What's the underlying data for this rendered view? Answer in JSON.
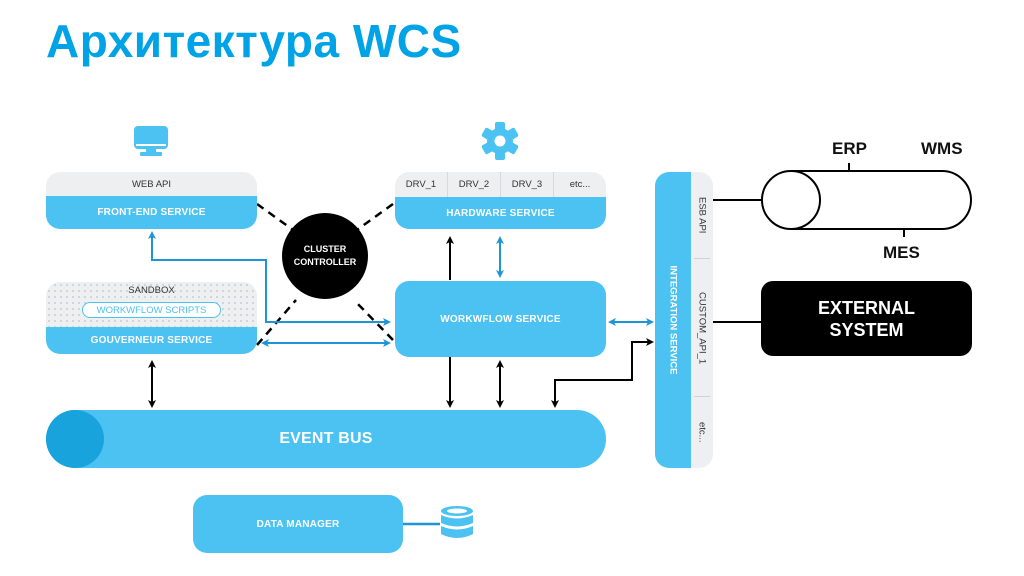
{
  "title": "Архитектура WCS",
  "colors": {
    "accent": "#00a3e6",
    "box": "#4bc2f1",
    "box_dark": "#18a3dc",
    "gray": "#eeeff1",
    "black": "#000000"
  },
  "front_end": {
    "top_label": "WEB API",
    "label": "FRONT-END SERVICE",
    "icon": "monitor-icon"
  },
  "gouverneur": {
    "top_label": "SANDBOX",
    "pill_label": "WORKWFLOW SCRIPTS",
    "label": "GOUVERNEUR SERVICE"
  },
  "cluster": {
    "line1": "CLUSTER",
    "line2": "CONTROLLER"
  },
  "hardware": {
    "drivers": [
      "DRV_1",
      "DRV_2",
      "DRV_3",
      "etc..."
    ],
    "label": "HARDWARE SERVICE",
    "icon": "gear-icon"
  },
  "workflow": {
    "label": "WORKWFLOW SERVICE"
  },
  "event_bus": {
    "label": "EVENT BUS"
  },
  "data_manager": {
    "label": "DATA MANAGER",
    "icon": "database-icon"
  },
  "integration": {
    "label": "INTEGRATION SERVICE",
    "apis": [
      "ESB API",
      "CUSTOM_API_1",
      "etc..."
    ]
  },
  "esb": {
    "labels": {
      "erp": "ERP",
      "wms": "WMS",
      "mes": "MES"
    }
  },
  "external": {
    "line1": "EXTERNAL",
    "line2": "SYSTEM"
  }
}
